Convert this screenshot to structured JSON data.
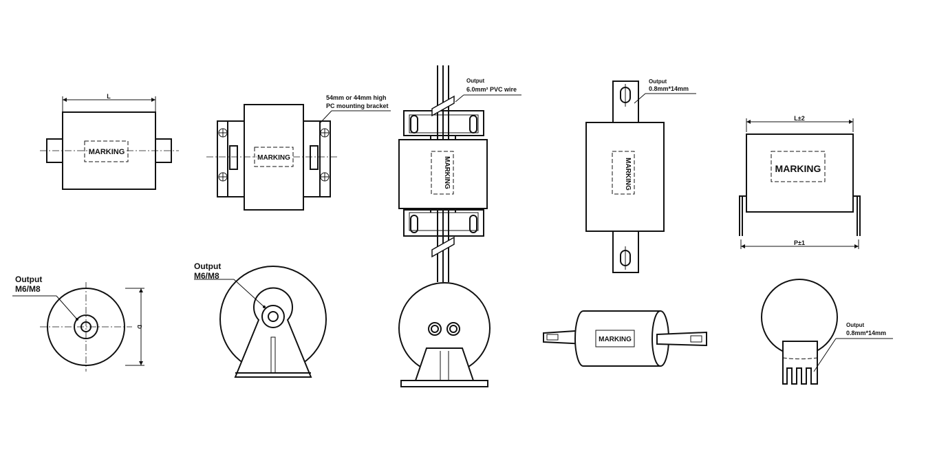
{
  "labels": {
    "marking": "MARKING",
    "length_L": "L",
    "bracket_note_1": "54mm or 44mm high",
    "bracket_note_2": "PC mounting bracket",
    "output": "Output",
    "pvc_wire": "6.0mm² PVC wire",
    "strip_terminal": "0.8mm*14mm",
    "length_tol": "L±2",
    "pitch_tol": "P±1",
    "thread": "M6/M8",
    "diameter_D": "D"
  }
}
